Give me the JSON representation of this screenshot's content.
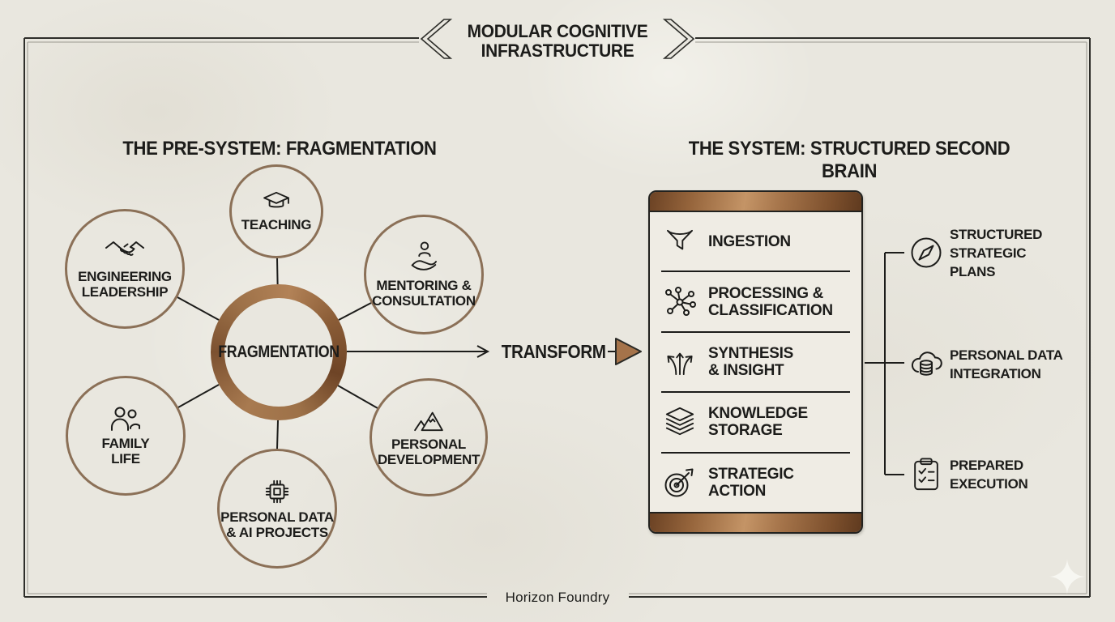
{
  "header": {
    "title": [
      "MODULAR COGNITIVE",
      "INFRASTRUCTURE"
    ],
    "left_decoration": "chevron-left-icon",
    "right_decoration": "chevron-right-icon"
  },
  "left_section": {
    "title": "THE PRE-SYSTEM: FRAGMENTATION",
    "hub": {
      "label": "FRAGMENTATION"
    },
    "satellites": [
      {
        "label": [
          "TEACHING"
        ],
        "icon": "graduation-cap-icon"
      },
      {
        "label": [
          "ENGINEERING",
          "LEADERSHIP"
        ],
        "icon": "handshake-icon"
      },
      {
        "label": [
          "MENTORING &",
          "CONSULTATION"
        ],
        "icon": "hand-holding-person-icon"
      },
      {
        "label": [
          "FAMILY",
          "LIFE"
        ],
        "icon": "family-people-icon"
      },
      {
        "label": [
          "PERSONAL DATA",
          "& AI PROJECTS"
        ],
        "icon": "microchip-icon"
      },
      {
        "label": [
          "PERSONAL",
          "DEVELOPMENT"
        ],
        "icon": "mountain-icon"
      }
    ]
  },
  "transform": {
    "label": "TRANSFORM",
    "arrow": "copper-arrow-icon"
  },
  "right_section": {
    "title": "THE SYSTEM: STRUCTURED SECOND BRAIN",
    "stages": [
      {
        "label": [
          "INGESTION"
        ],
        "icon": "funnel-icon"
      },
      {
        "label": [
          "PROCESSING &",
          "CLASSIFICATION"
        ],
        "icon": "network-nodes-icon"
      },
      {
        "label": [
          "SYNTHESIS",
          "& INSIGHT"
        ],
        "icon": "branching-arrows-icon"
      },
      {
        "label": [
          "KNOWLEDGE",
          "STORAGE"
        ],
        "icon": "stacked-layers-icon"
      },
      {
        "label": [
          "STRATEGIC",
          "ACTION"
        ],
        "icon": "target-arrow-icon"
      }
    ],
    "outputs": [
      {
        "label": [
          "STRUCTURED",
          "STRATEGIC",
          "PLANS"
        ],
        "icon": "compass-icon"
      },
      {
        "label": [
          "PERSONAL DATA",
          "INTEGRATION"
        ],
        "icon": "cloud-database-icon"
      },
      {
        "label": [
          "PREPARED",
          "EXECUTION"
        ],
        "icon": "clipboard-checklist-icon"
      }
    ]
  },
  "footer": {
    "brand": "Horizon Foundry"
  },
  "colors": {
    "paper": "#e9e7df",
    "ink": "#1c1c1a",
    "copper": "#a5734a",
    "copper_dark": "#6b4224",
    "circle_border": "#8b7057"
  }
}
